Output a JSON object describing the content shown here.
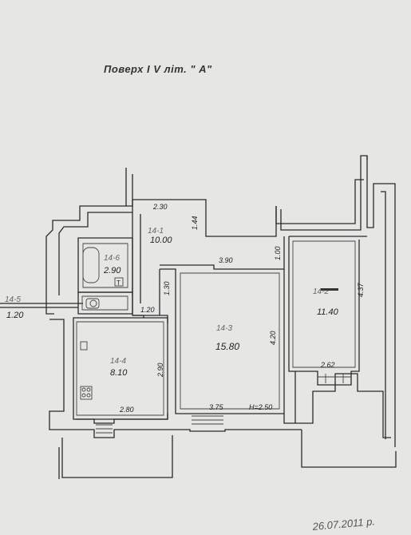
{
  "title": "Поверх І V   літ. \" А\"",
  "date": "26.07.2011 р.",
  "rooms": [
    {
      "id": "14-1",
      "area": "10.00"
    },
    {
      "id": "14-2",
      "area": "11.40"
    },
    {
      "id": "14-3",
      "area": "15.80"
    },
    {
      "id": "14-4",
      "area": "8.10"
    },
    {
      "id": "14-5",
      "area": "1.20"
    },
    {
      "id": "14-6",
      "area": "2.90"
    }
  ],
  "dimensions": {
    "d230": "2.30",
    "d144": "1.44",
    "d100": "1.00",
    "d390": "3.90",
    "d437": "4.37",
    "d130": "1.30",
    "d120": "1.20",
    "d420": "4.20",
    "d290": "2.90",
    "d262": "2.62",
    "d280": "2.80",
    "d375": "3.75",
    "height": "H=2.50"
  },
  "fixture_labels": {
    "toilet_mark": "T"
  }
}
